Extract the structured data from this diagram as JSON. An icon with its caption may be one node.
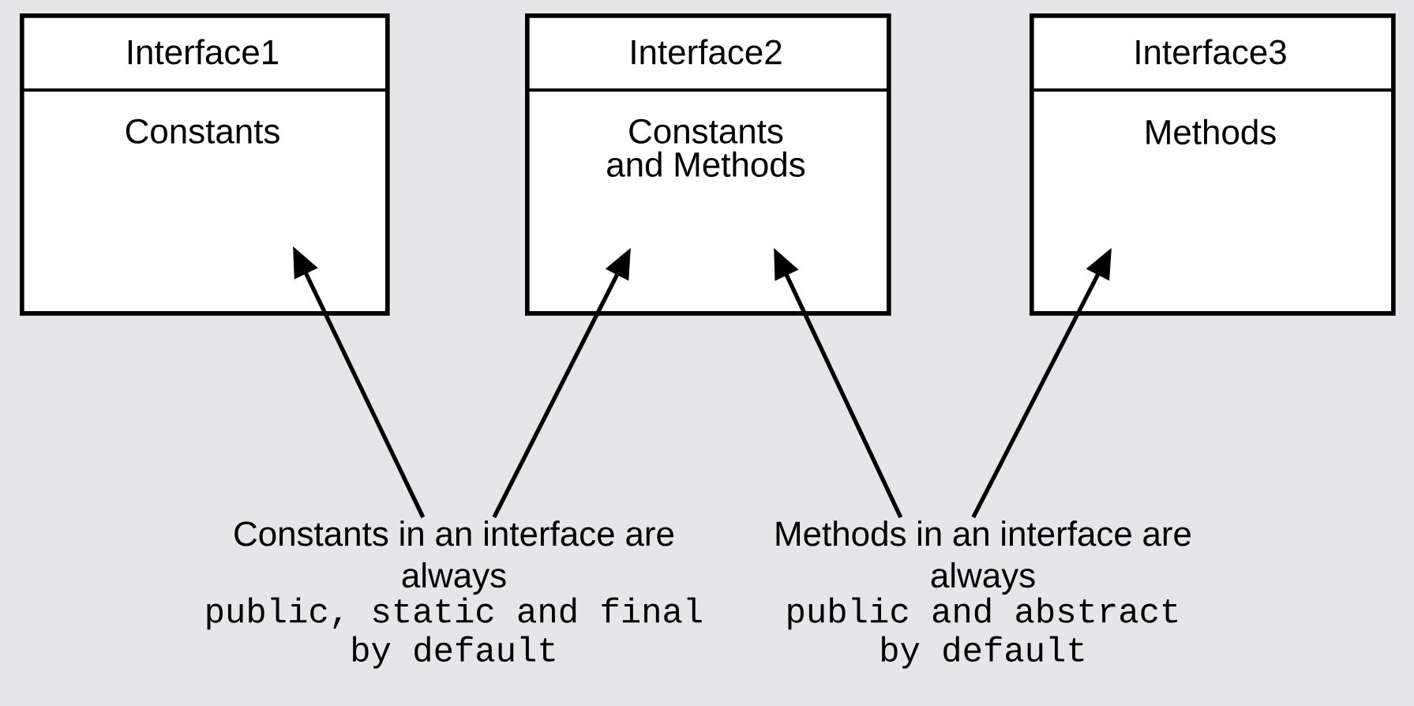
{
  "diagram": {
    "nodes": [
      {
        "text": [
          "Interface1",
          "Constants"
        ]
      },
      {
        "text": [
          "Interface2",
          "Constants and Methods"
        ]
      },
      {
        "text": [
          "Interface3",
          "Methods"
        ]
      },
      {
        "text": [
          "Constants in an interface are always",
          "public, static and final by default"
        ]
      },
      {
        "text": [
          "Methods in an interface are always",
          "public and abstract by default"
        ]
      }
    ],
    "edges": [
      {
        "from": 3,
        "to": 0,
        "arrow": "to"
      },
      {
        "from": 3,
        "to": 1,
        "arrow": "to"
      },
      {
        "from": 4,
        "to": 1,
        "arrow": "to"
      },
      {
        "from": 4,
        "to": 2,
        "arrow": "to"
      }
    ]
  }
}
